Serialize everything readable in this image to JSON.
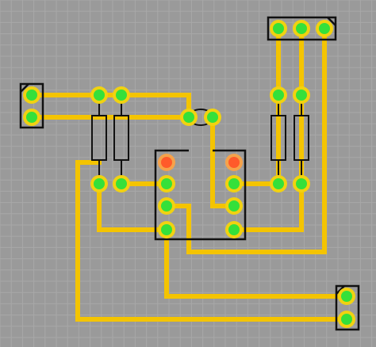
{
  "colors": {
    "background": "#9a9a9a",
    "grid": "#a8a8a8",
    "trace": "#f4c400",
    "outline": "#111111",
    "pad_green": "#35e03a",
    "pad_red": "#ff5a2a",
    "pad_ring": "#f1d210"
  },
  "components": {
    "connectors": [
      "left-2-pin-header",
      "top-right-3-pin-header",
      "bottom-right-2-pin-header"
    ],
    "resistors": 4,
    "ic": "8-pin-dip"
  }
}
